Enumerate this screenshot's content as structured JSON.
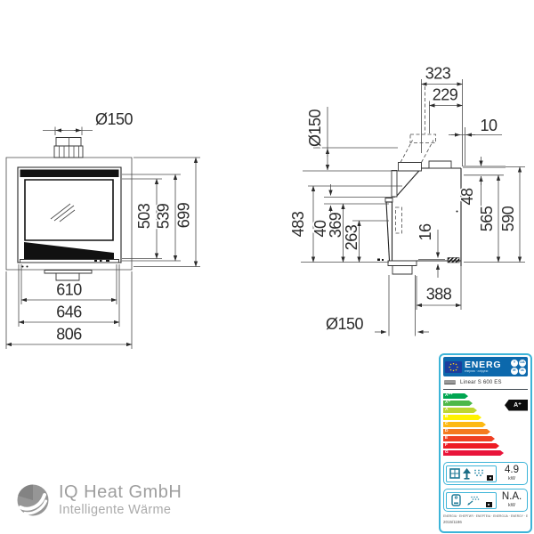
{
  "drawing": {
    "front_view": {
      "flue_diameter": "Ø150",
      "glass_height": "503",
      "opening_height": "539",
      "total_height": "699",
      "glass_width": "610",
      "opening_width": "646",
      "total_width": "806"
    },
    "side_view": {
      "top_depth": "323",
      "flue_offset": "229",
      "flue_diameter": "Ø150",
      "rear_gap": "10",
      "top_step": "48",
      "body_height": "565",
      "total_height": "590",
      "front_height": "483",
      "frame_height": "40",
      "glass_height": "369",
      "lower_height": "263",
      "plate_gap": "16",
      "base_depth": "388",
      "air_inlet_diameter": "Ø150"
    }
  },
  "energy_label": {
    "header_title": "ENERG",
    "header_sub": "енергия · ενέργεια",
    "circles": [
      "Y",
      "IJA",
      "IE",
      "IA"
    ],
    "model": "Linear S 600 ES",
    "classes": [
      {
        "label": "A⁺⁺",
        "color": "#00a651",
        "width": 28
      },
      {
        "label": "A⁺",
        "color": "#4db848",
        "width": 33
      },
      {
        "label": "A",
        "color": "#bed630",
        "width": 38
      },
      {
        "label": "B",
        "color": "#fff200",
        "width": 43
      },
      {
        "label": "C",
        "color": "#fdb913",
        "width": 48
      },
      {
        "label": "D",
        "color": "#f47b20",
        "width": 53
      },
      {
        "label": "E",
        "color": "#ef4023",
        "width": 58
      },
      {
        "label": "F",
        "color": "#ed1c24",
        "width": 63
      },
      {
        "label": "G",
        "color": "#e9153b",
        "width": 68
      }
    ],
    "rating": "A⁺",
    "direct_heat": {
      "value": "4.9",
      "unit": "kW"
    },
    "water_heat": {
      "value": "N.A.",
      "unit": "kW"
    },
    "footer_line": "ENERGIA · ЕНЕРГИЯ · ΕΝΕΡΓΕΙΑ · ENERGIJA · ENERGY · ENERGIE · ENERGI",
    "regulation": "2015/1186",
    "border_color": "#3cb4d8",
    "header_color": "#0c68ac"
  },
  "logo": {
    "company": "IQ Heat GmbH",
    "tagline": "Intelligente Wärme"
  }
}
